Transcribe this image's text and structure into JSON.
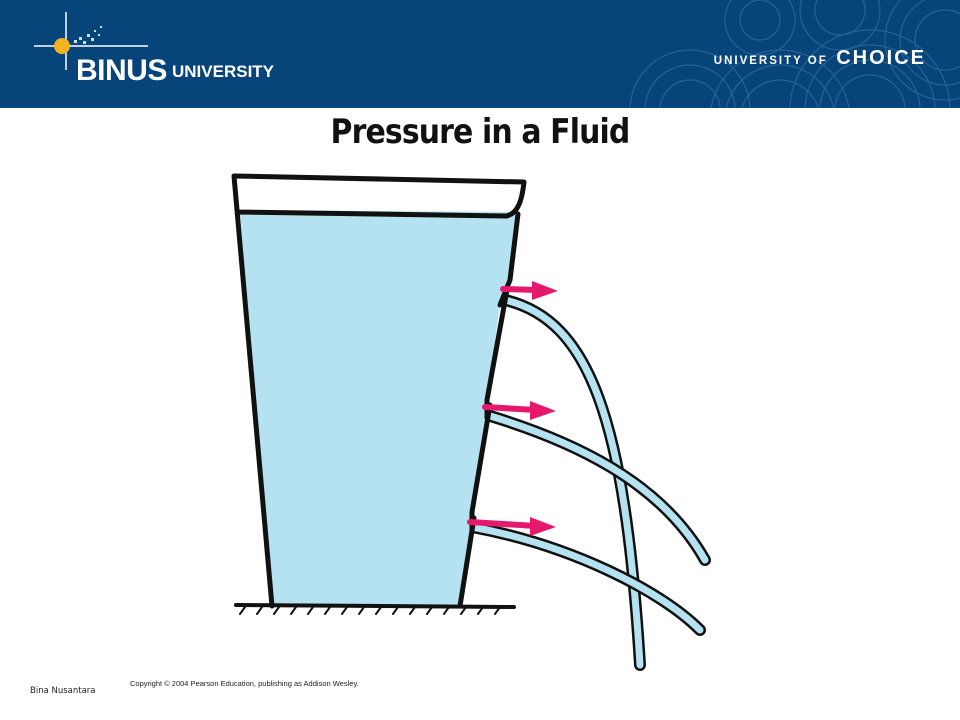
{
  "header": {
    "logo_text": "BINUS",
    "logo_text_2": "UNIVERSITY",
    "tagline_prefix": "UNIVERSITY OF",
    "tagline_emphasis": "CHOICE",
    "bar_color": "#06447a"
  },
  "slide": {
    "title": "Pressure in a Fluid"
  },
  "figure": {
    "water_color": "#b5e2f0",
    "arrow_color": "#e5186e",
    "copyright": "Copyright © 2004 Pearson Education, publishing as Addison Wesley."
  },
  "footer": {
    "text": "Bina Nusantara"
  }
}
